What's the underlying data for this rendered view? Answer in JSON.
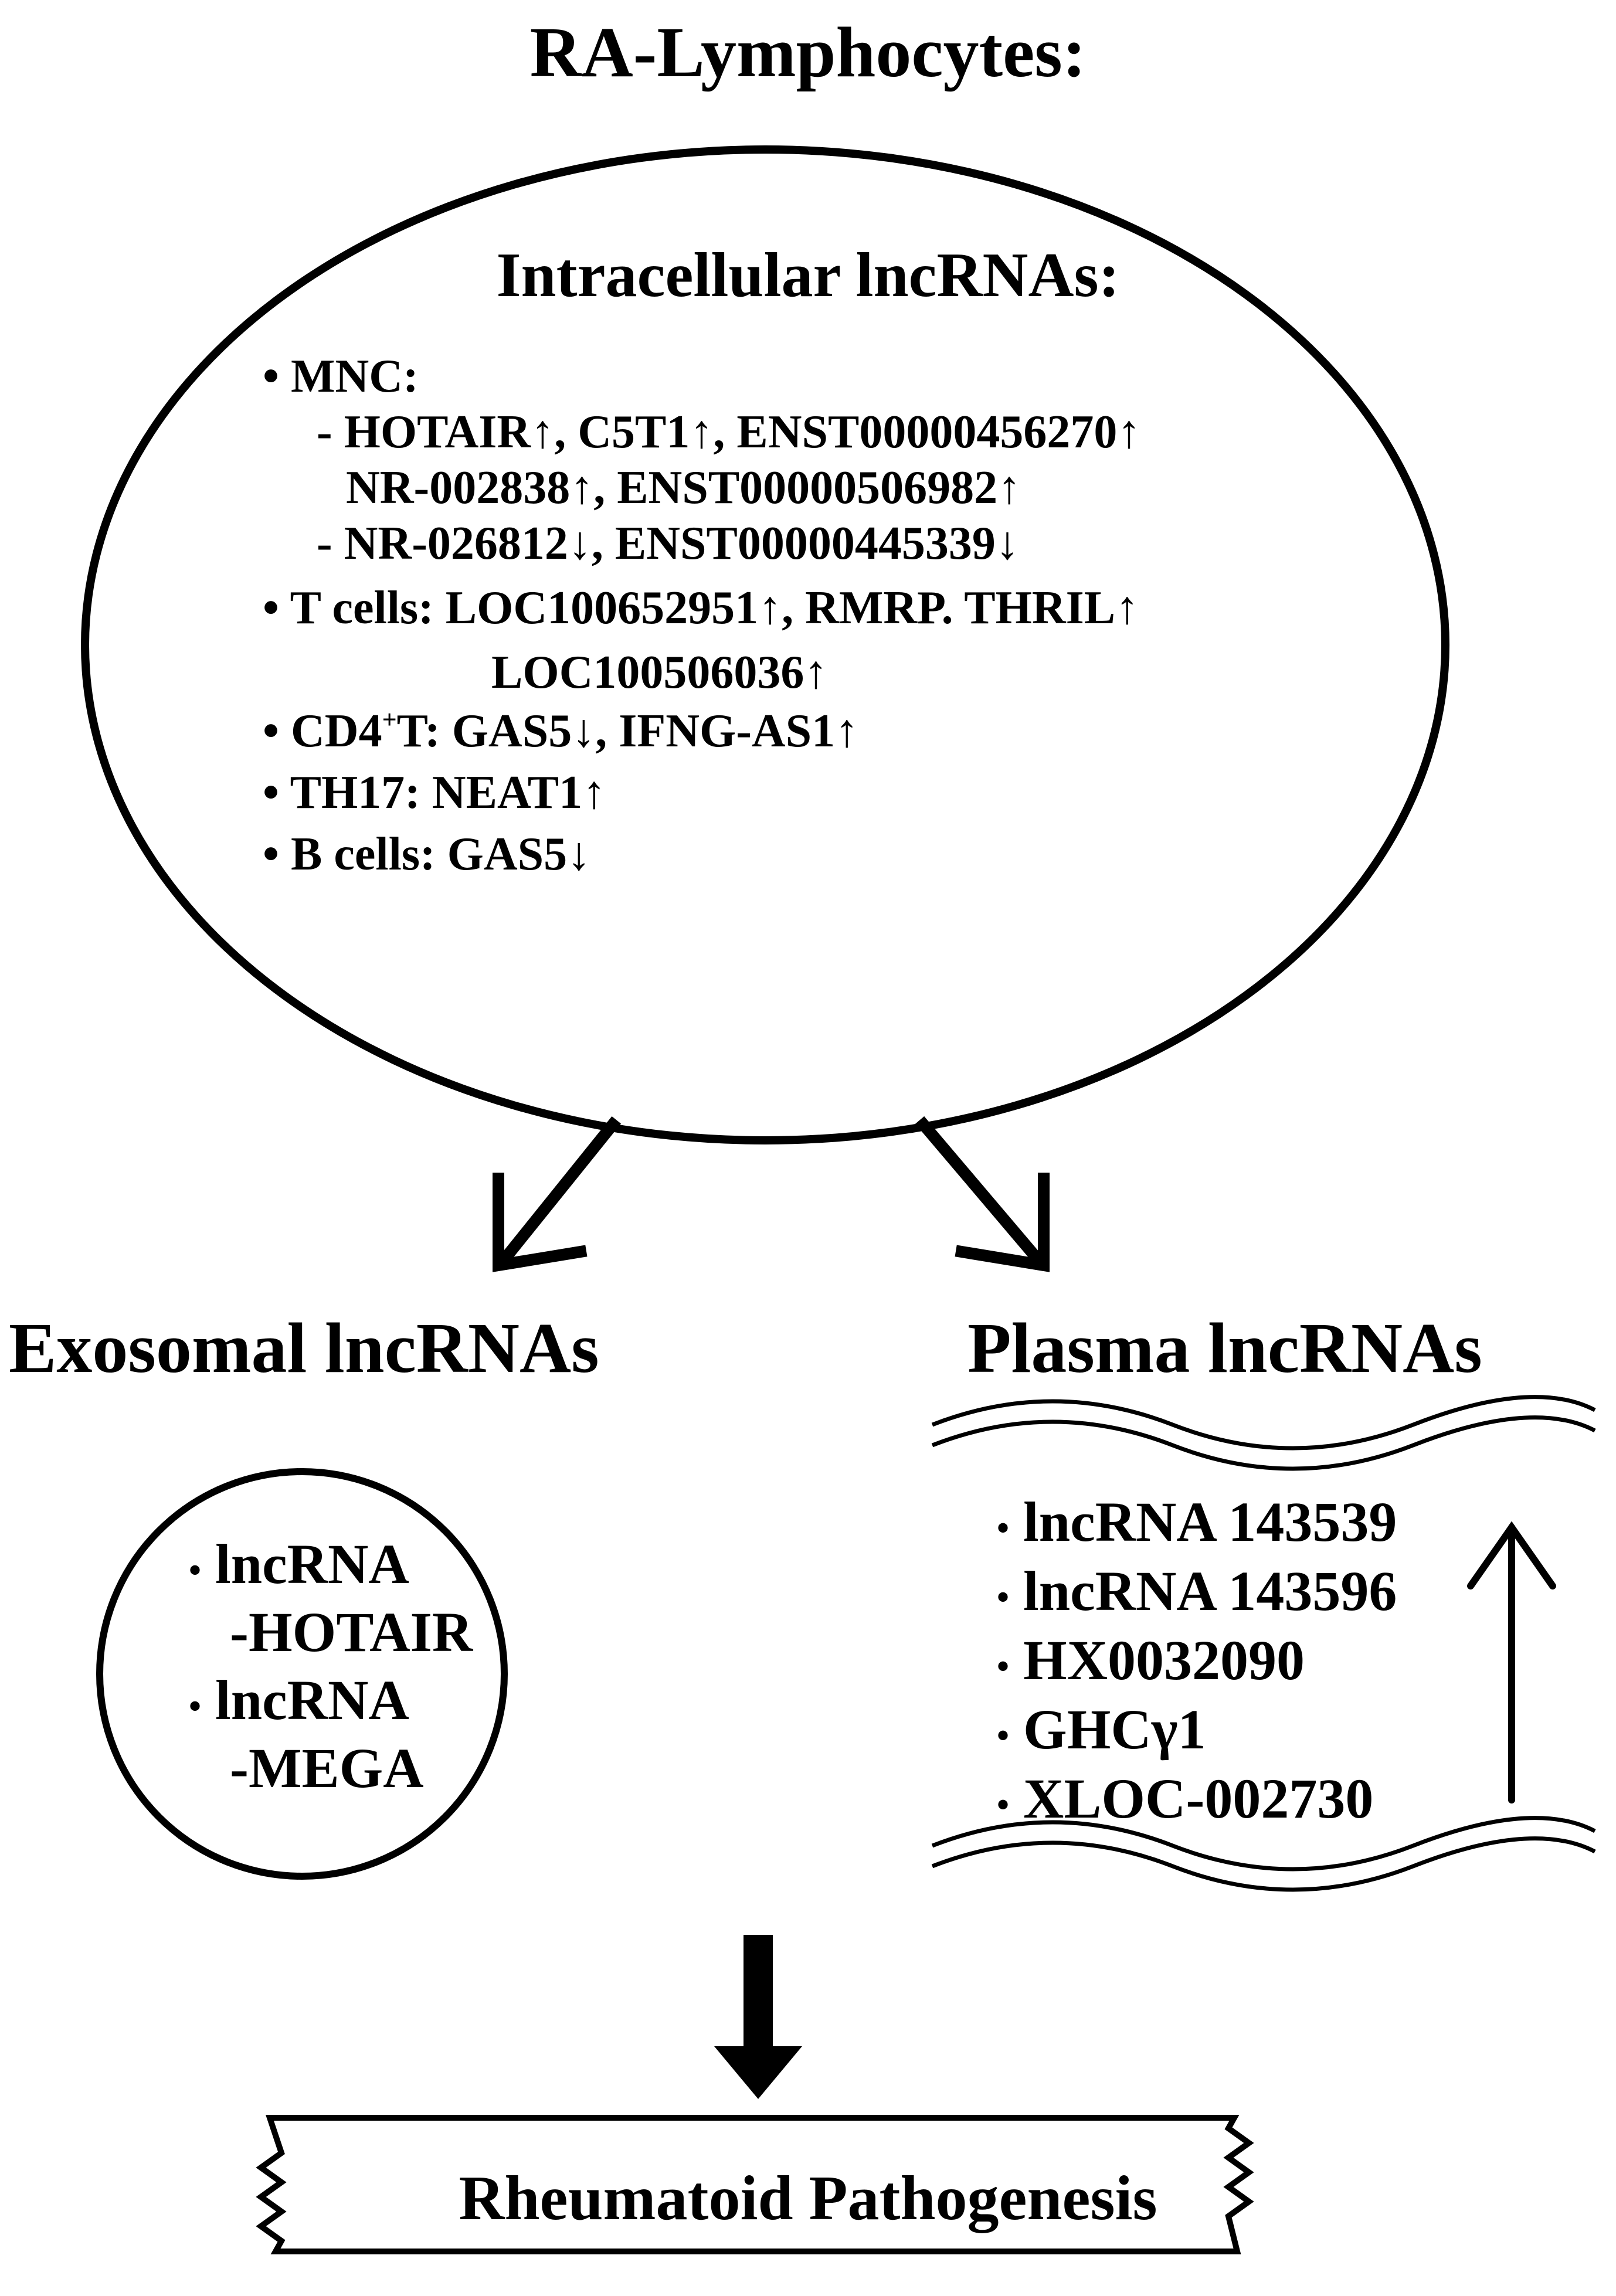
{
  "title": "RA-Lymphocytes:",
  "intracellular": {
    "title": "Intracellular lncRNAs:",
    "bullet": "•",
    "dash": "-",
    "mnc_label": "MNC:",
    "mnc_up_line1": "HOTAIR↑, C5T1↑, ENST00000456270↑",
    "mnc_up_line2": "NR-002838↑, ENST00000506982↑",
    "mnc_down": "NR-026812↓, ENST00000445339↓",
    "tcells_line1": "T cells: LOC100652951↑, RMRP. THRIL↑",
    "tcells_line2": "LOC100506036↑",
    "cd4_prefix": "CD4",
    "cd4_sup": "+",
    "cd4_rest": "T: GAS5↓, IFNG-AS1↑",
    "th17": "TH17: NEAT1↑",
    "bcells": "B cells: GAS5↓"
  },
  "exosomal": {
    "title": "Exosomal lncRNAs",
    "bullet": "•",
    "items": [
      {
        "line1": "lncRNA",
        "line2": "-HOTAIR"
      },
      {
        "line1": "lncRNA",
        "line2": "-MEGA"
      }
    ]
  },
  "plasma": {
    "title": "Plasma lncRNAs",
    "bullet": "•",
    "items": [
      "lncRNA 143539",
      "lncRNA 143596",
      "HX0032090",
      "GHCγ1",
      "XLOC-002730"
    ],
    "trend": "up"
  },
  "outcome": "Rheumatoid Pathogenesis",
  "colors": {
    "ink": "#000000",
    "background": "#ffffff"
  }
}
